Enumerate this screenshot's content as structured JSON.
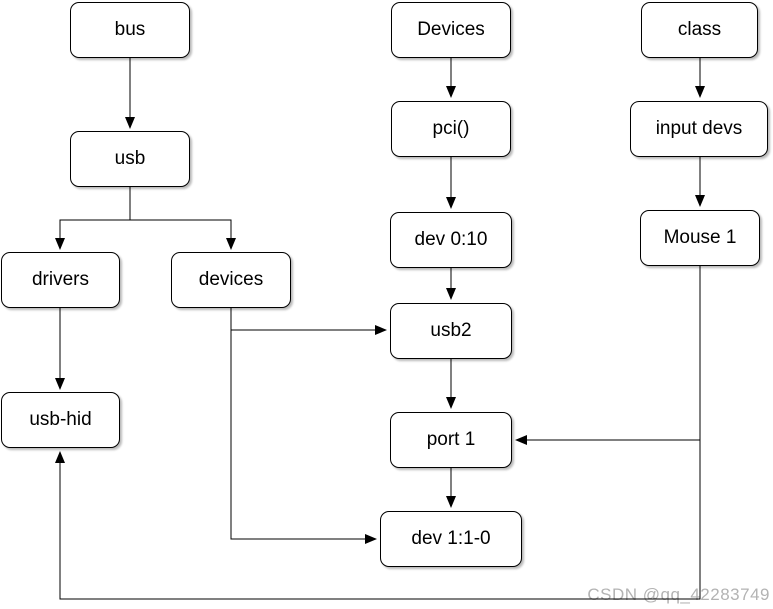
{
  "nodes": {
    "bus": {
      "label": "bus"
    },
    "usb": {
      "label": "usb"
    },
    "drivers": {
      "label": "drivers"
    },
    "devices": {
      "label": "devices"
    },
    "usb_hid": {
      "label": "usb-hid"
    },
    "devices_root": {
      "label": "Devices"
    },
    "pci": {
      "label": "pci()"
    },
    "dev_0_10": {
      "label": "dev 0:10"
    },
    "usb2": {
      "label": "usb2"
    },
    "port_1": {
      "label": "port 1"
    },
    "dev_1_1_0": {
      "label": "dev 1:1-0"
    },
    "class": {
      "label": "class"
    },
    "input_devs": {
      "label": "input devs"
    },
    "mouse_1": {
      "label": "Mouse 1"
    }
  },
  "edges": [
    {
      "from": "bus",
      "to": "usb"
    },
    {
      "from": "usb",
      "to": "drivers"
    },
    {
      "from": "usb",
      "to": "devices"
    },
    {
      "from": "drivers",
      "to": "usb-hid"
    },
    {
      "from": "devices",
      "to": "usb2"
    },
    {
      "from": "devices",
      "to": "dev 1:1-0"
    },
    {
      "from": "Devices",
      "to": "pci()"
    },
    {
      "from": "pci()",
      "to": "dev 0:10"
    },
    {
      "from": "dev 0:10",
      "to": "usb2"
    },
    {
      "from": "usb2",
      "to": "port 1"
    },
    {
      "from": "port 1",
      "to": "dev 1:1-0"
    },
    {
      "from": "class",
      "to": "input devs"
    },
    {
      "from": "input devs",
      "to": "Mouse 1"
    },
    {
      "from": "Mouse 1",
      "to": "port 1"
    },
    {
      "from": "Mouse 1",
      "to": "usb-hid"
    }
  ],
  "watermark": {
    "text": "CSDN @qq_42283749",
    "color": "#b3b3b3"
  },
  "colors": {
    "background": "#ffffff",
    "node_fill": "#ffffff",
    "stroke": "#000000"
  }
}
